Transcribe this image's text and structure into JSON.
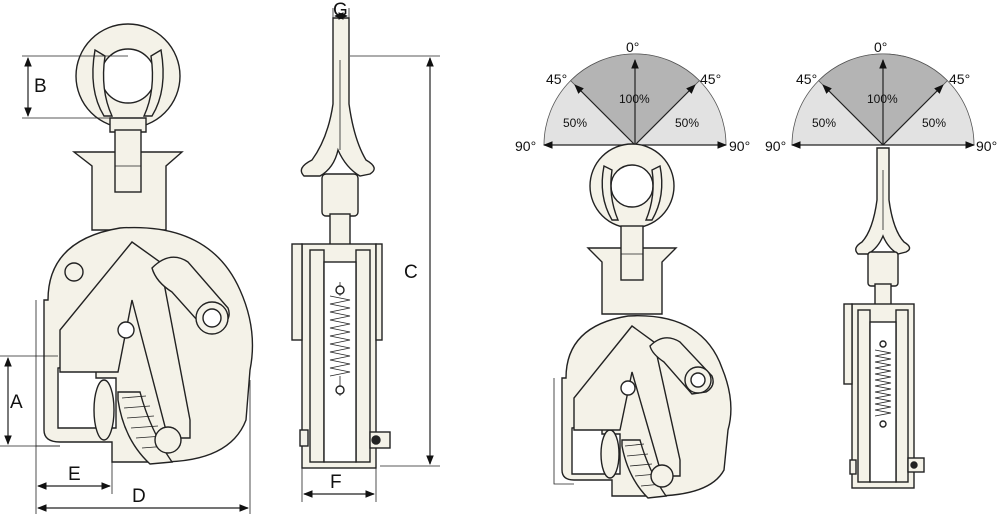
{
  "dimensions": {
    "A": "A",
    "B": "B",
    "C": "C",
    "D": "D",
    "E": "E",
    "F": "F",
    "G": "G"
  },
  "angle_gauges": [
    {
      "top_label": "0°",
      "upper_left": "45°",
      "upper_right": "45°",
      "left": "90°",
      "right": "90°",
      "center_pct": "100%",
      "left_pct": "50%",
      "right_pct": "50%"
    },
    {
      "top_label": "0°",
      "upper_left": "45°",
      "upper_right": "45°",
      "left": "90°",
      "right": "90°",
      "center_pct": "100%",
      "left_pct": "50%",
      "right_pct": "50%"
    }
  ],
  "colors": {
    "part_fill": "#f4f2e8",
    "gauge_light": "#e2e2e2",
    "gauge_dark": "#b4b4b4",
    "line": "#222222"
  }
}
